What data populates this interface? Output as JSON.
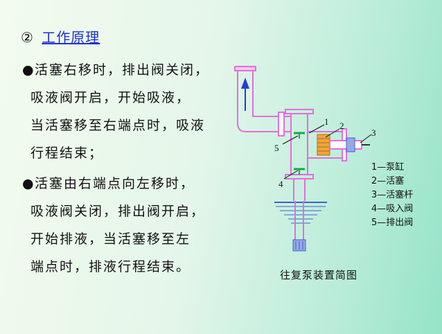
{
  "heading": {
    "number": "②",
    "text": "工作原理"
  },
  "paragraphs": [
    {
      "bullet": "●",
      "lines": [
        "活塞右移时，排出阀关闭，",
        "吸液阀开启，开始吸液，",
        "当活塞移至右端点时，吸液",
        "行程结束；"
      ]
    },
    {
      "bullet": "●",
      "lines": [
        "活塞由右端点向左移时，",
        "吸液阀关闭，排出阀开启，",
        "开始排液，当活塞移至左",
        "端点时，排液行程结束。"
      ]
    }
  ],
  "diagram": {
    "caption": "往复泵装置简图",
    "labels": [
      "1",
      "2",
      "3",
      "4",
      "5"
    ],
    "legend": [
      "1—泵缸",
      "2—活塞",
      "3—活塞杆",
      "4—吸入阀",
      "5—排出阀"
    ],
    "colors": {
      "pipe": "#e06fd8",
      "arrow": "#1f3fd6",
      "valve": "#17a84a",
      "piston": "#f0a43c",
      "water": "#3c63c8"
    }
  }
}
